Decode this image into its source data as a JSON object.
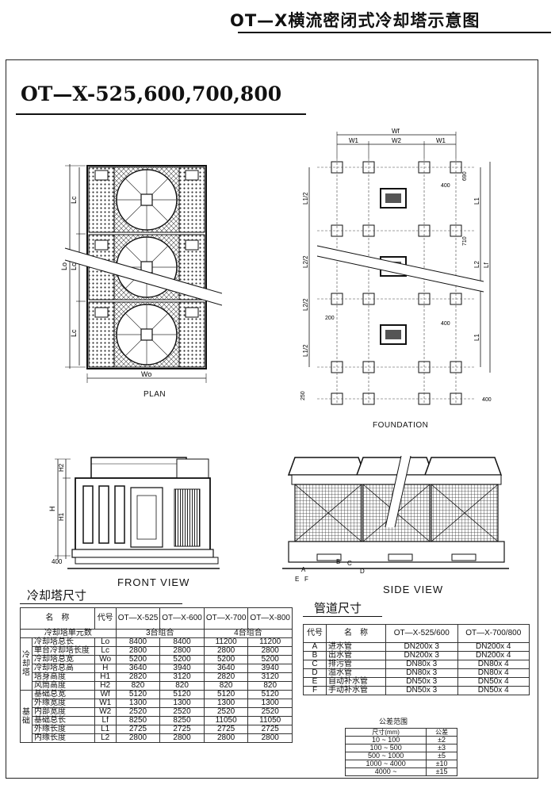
{
  "page_title": "OT—X横流密闭式冷却塔示意图",
  "model_title": "OT—X-525,600,700,800",
  "captions": {
    "plan": "PLAN",
    "foundation": "FOUNDATION",
    "front_view": "FRONT VIEW",
    "side_view": "SIDE VIEW"
  },
  "plan_dims": {
    "lo": "Lo",
    "lc": "Lc",
    "wo": "Wo"
  },
  "foundation_dims": {
    "wf": "Wf",
    "w1": "W1",
    "w2": "W2",
    "l1": "L1",
    "l2": "L2",
    "lf": "Lf",
    "l1_2": "L1/2",
    "l2_2": "L2/2",
    "d400": "400",
    "d200": "200",
    "d250": "250",
    "d690": "690",
    "d710": "710"
  },
  "front_dims": {
    "h": "H",
    "h1": "H1",
    "h2": "H2",
    "d400": "400"
  },
  "side_labels": [
    "A",
    "B",
    "C",
    "D",
    "E",
    "F"
  ],
  "main_table": {
    "title": "冷却塔尺寸",
    "header": {
      "name": "名　称",
      "code": "代号",
      "models": [
        "OT—X-525",
        "OT—X-600",
        "OT—X-700",
        "OT—X-800"
      ]
    },
    "unit_row": {
      "label": "冷却塔单元数",
      "g1": "3台组合",
      "g2": "4台组合"
    },
    "group_tower": "冷却塔",
    "group_base": "基础",
    "tower_rows": [
      {
        "name": "冷却塔总长",
        "code": "Lo",
        "v": [
          "8400",
          "8400",
          "11200",
          "11200"
        ]
      },
      {
        "name": "单台冷却塔长度",
        "code": "Lc",
        "v": [
          "2800",
          "2800",
          "2800",
          "2800"
        ]
      },
      {
        "name": "冷却塔总宽",
        "code": "Wo",
        "v": [
          "5200",
          "5200",
          "5200",
          "5200"
        ]
      },
      {
        "name": "冷却塔总高",
        "code": "H",
        "v": [
          "3640",
          "3940",
          "3640",
          "3940"
        ]
      },
      {
        "name": "塔身高度",
        "code": "H1",
        "v": [
          "2820",
          "3120",
          "2820",
          "3120"
        ]
      },
      {
        "name": "风筒高度",
        "code": "H2",
        "v": [
          "820",
          "820",
          "820",
          "820"
        ]
      }
    ],
    "base_rows": [
      {
        "name": "基础总宽",
        "code": "Wf",
        "v": [
          "5120",
          "5120",
          "5120",
          "5120"
        ]
      },
      {
        "name": "外缘宽度",
        "code": "W1",
        "v": [
          "1300",
          "1300",
          "1300",
          "1300"
        ]
      },
      {
        "name": "内部宽度",
        "code": "W2",
        "v": [
          "2520",
          "2520",
          "2520",
          "2520"
        ]
      },
      {
        "name": "基础总长",
        "code": "Lf",
        "v": [
          "8250",
          "8250",
          "11050",
          "11050"
        ]
      },
      {
        "name": "外缘长度",
        "code": "L1",
        "v": [
          "2725",
          "2725",
          "2725",
          "2725"
        ]
      },
      {
        "name": "内缘长度",
        "code": "L2",
        "v": [
          "2800",
          "2800",
          "2800",
          "2800"
        ]
      }
    ]
  },
  "pipe_table": {
    "title": "管道尺寸",
    "header": {
      "code": "代号",
      "name": "名　称",
      "m1": "OT—X-525/600",
      "m2": "OT—X-700/800"
    },
    "rows": [
      {
        "code": "A",
        "name": "进水管",
        "m1": "DN200x 3",
        "m2": "DN200x 4"
      },
      {
        "code": "B",
        "name": "出水管",
        "m1": "DN200x 3",
        "m2": "DN200x 4"
      },
      {
        "code": "C",
        "name": "排污管",
        "m1": "DN80x 3",
        "m2": "DN80x 4"
      },
      {
        "code": "D",
        "name": "溢水管",
        "m1": "DN80x 3",
        "m2": "DN80x 4"
      },
      {
        "code": "E",
        "name": "自动补水管",
        "m1": "DN50x 3",
        "m2": "DN50x 4"
      },
      {
        "code": "F",
        "name": "手动补水管",
        "m1": "DN50x 3",
        "m2": "DN50x 4"
      }
    ]
  },
  "tolerance_table": {
    "title": "公差范围",
    "header": {
      "size": "尺寸(mm)",
      "tol": "公差"
    },
    "rows": [
      {
        "size": "10 ~ 100",
        "tol": "±2"
      },
      {
        "size": "100 ~ 500",
        "tol": "±3"
      },
      {
        "size": "500 ~ 1000",
        "tol": "±5"
      },
      {
        "size": "1000 ~ 4000",
        "tol": "±10"
      },
      {
        "size": "4000 ~",
        "tol": "±15"
      }
    ]
  }
}
